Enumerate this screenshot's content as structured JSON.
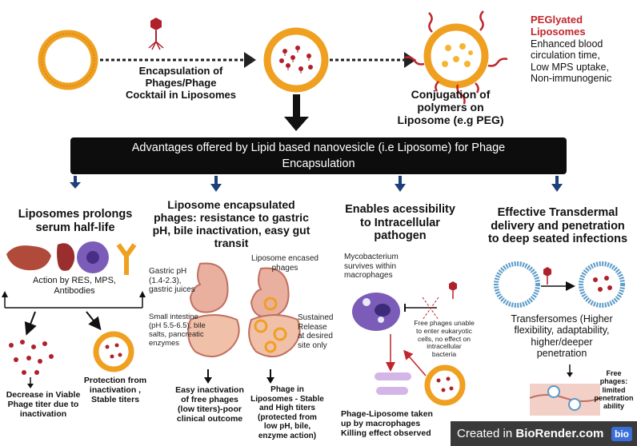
{
  "top": {
    "encapsulation_label": "Encapsulation of\nPhages/Phage\nCocktail in Liposomes",
    "conjugation_label": "Conjugation of\npolymers on\nLiposome (e.g PEG)",
    "peg_title": "PEGlyated\nLiposomes",
    "peg_desc": "Enhanced blood\ncirculation time,\nLow MPS uptake,\nNon-immunogenic"
  },
  "banner": {
    "text": "Advantages  offered by Lipid based nanovesicle (i.e Liposome) for Phage\nEncapsulation"
  },
  "col1": {
    "heading": "Liposomes prolongs\nserum half-life",
    "action": "Action by RES, MPS,\nAntibodies",
    "decrease": "Decrease in Viable\nPhage titer due to\ninactivation",
    "protection": "Protection from\ninactivation ,\nStable titers"
  },
  "col2": {
    "heading": "Liposome encapsulated\nphages: resistance to gastric\npH, bile inactivation, easy gut\ntransit",
    "gastric": "Gastric pH\n(1.4-2.3),\ngastric juices",
    "encased": "Liposome encased\nphages",
    "intestine": "Small intestine\n(pH 5.5-6.5), bile\nsalts, pancreatic\nenzymes",
    "sustained": "Sustained\nRelease\nat desired\nsite only",
    "easy": "Easy inactivation\nof free phages\n(low titers)-poor\nclinical outcome",
    "phage_lipo": "Phage in\nLiposomes - Stable\nand High titers\n(protected from\nlow pH, bile,\nenzyme action)"
  },
  "col3": {
    "heading": "Enables acessibility\nto Intracellular\npathogen",
    "myco": "Mycobacterium\nsurvives within\nmacrophages",
    "free": "Free phages unable\nto enter eukaryotic\ncells, no effect on\nintracellular\nbacteria",
    "taken": "Phage-Liposome taken\nup by macrophages\nKilling effect observed"
  },
  "col4": {
    "heading": "Effective Transdermal\ndelivery and penetration\nto deep seated infections",
    "transfersomes": "Transfersomes (Higher\nflexibility, adaptability,\nhigher/deeper\npenetration",
    "free": "Free\nphages:\nlimited\npenetration\nability"
  },
  "watermark": {
    "text_prefix": "Created in ",
    "text_brand": "BioRender.com",
    "badge": "bio"
  },
  "colors": {
    "liposome_orange": "#f0a020",
    "arrow": "#111111",
    "peg_red": "#c0262c",
    "banner": "#0d0d0d",
    "blue_arrow": "#1d3f7a"
  }
}
